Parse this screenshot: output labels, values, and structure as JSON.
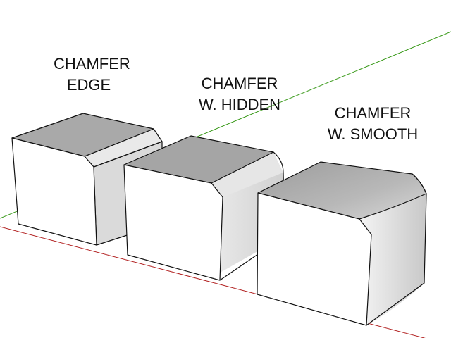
{
  "labels": {
    "chamfer_edge": {
      "line1": "CHAMFER",
      "line2": "EDGE"
    },
    "chamfer_hidden": {
      "line1": "CHAMFER",
      "line2": "W. HIDDEN"
    },
    "chamfer_smooth": {
      "line1": "CHAMFER",
      "line2": "W. SMOOTH"
    }
  },
  "colors": {
    "background": "#ffffff",
    "green_axis": "#3a9a1a",
    "red_axis": "#b22222",
    "edge": "#111111",
    "front_face": "#ffffff",
    "top_face": "#a8a8a8",
    "side_face": "#dcdcdc"
  },
  "objects": [
    "box-chamfer-edge",
    "box-chamfer-hidden",
    "box-chamfer-smooth"
  ]
}
